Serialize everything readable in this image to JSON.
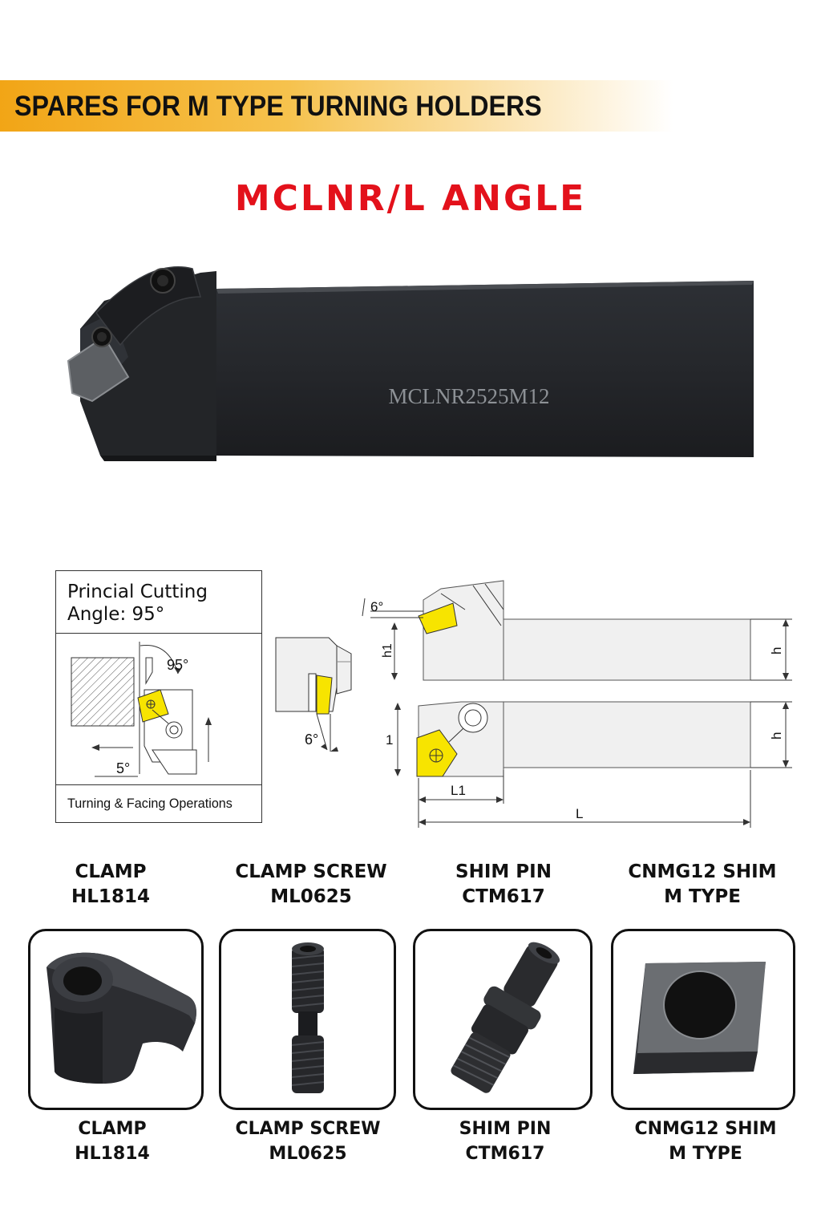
{
  "banner": {
    "text": "SPARES FOR M TYPE TURNING HOLDERS",
    "color": "#f2a516"
  },
  "title": {
    "text": "MCLNR/L ANGLE",
    "color": "#e3111b"
  },
  "tool": {
    "engraving": "MCLNR2525M12"
  },
  "diagram": {
    "heading_line1": "Princial Cutting",
    "heading_line2": "Angle: 95°",
    "angle_95": "95°",
    "angle_5": "5°",
    "angle_6_side": "6°",
    "angle_6_top": "6°",
    "footer": "Turning & Facing Operations",
    "dim_h1": "h1",
    "dim_h_top": "h",
    "dim_1": "1",
    "dim_h_bottom": "h",
    "dim_L1": "L1",
    "dim_L": "L",
    "insert_color": "#f7e400"
  },
  "parts": [
    {
      "title1": "CLAMP",
      "title2": "HL1814",
      "caption1": "CLAMP",
      "caption2": "HL1814",
      "icon": "clamp-icon"
    },
    {
      "title1": "CLAMP SCREW",
      "title2": "ML0625",
      "caption1": "CLAMP SCREW",
      "caption2": "ML0625",
      "icon": "screw-icon"
    },
    {
      "title1": "SHIM PIN",
      "title2": "CTM617",
      "caption1": "SHIM PIN",
      "caption2": "CTM617",
      "icon": "shim-pin-icon"
    },
    {
      "title1": "CNMG12 SHIM",
      "title2": "M TYPE",
      "caption1": "CNMG12 SHIM",
      "caption2": "M TYPE",
      "icon": "shim-icon"
    }
  ]
}
